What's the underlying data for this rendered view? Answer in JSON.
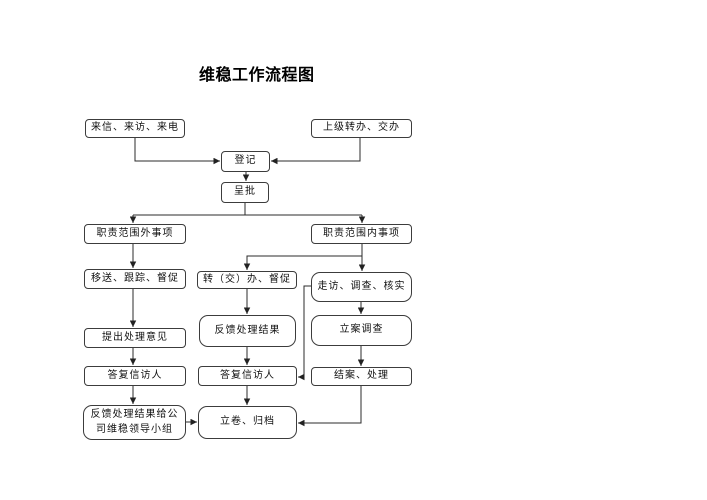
{
  "title": "维稳工作流程图",
  "colors": {
    "background": "#ffffff",
    "box_border": "#3c3c3c",
    "text": "#111111",
    "connector": "#2b2b2b"
  },
  "flowchart": {
    "nodes": [
      {
        "id": "letters",
        "label": "来信、来访、来电"
      },
      {
        "id": "superior",
        "label": "上级转办、交办"
      },
      {
        "id": "register",
        "label": "登记"
      },
      {
        "id": "approve",
        "label": "呈批"
      },
      {
        "id": "outside",
        "label": "职责范围外事项"
      },
      {
        "id": "inside",
        "label": "职责范围内事项"
      },
      {
        "id": "transfer",
        "label": "移送、跟踪、督促"
      },
      {
        "id": "assign",
        "label": "转（交）办、督促"
      },
      {
        "id": "visit",
        "label": "走访、调查、核实"
      },
      {
        "id": "propose",
        "label": "提出处理意见"
      },
      {
        "id": "reply_left",
        "label": "答复信访人"
      },
      {
        "id": "feedback_group",
        "label": "反馈处理结果给公司维稳领导小组"
      },
      {
        "id": "feedback_result",
        "label": "反馈处理结果"
      },
      {
        "id": "reply_mid",
        "label": "答复信访人"
      },
      {
        "id": "file",
        "label": "立卷、归档"
      },
      {
        "id": "case",
        "label": "立案调查"
      },
      {
        "id": "close",
        "label": "结案、处理"
      }
    ],
    "edges": [
      {
        "from": "letters",
        "to": "register"
      },
      {
        "from": "superior",
        "to": "register"
      },
      {
        "from": "register",
        "to": "approve"
      },
      {
        "from": "approve",
        "to": "outside"
      },
      {
        "from": "approve",
        "to": "inside"
      },
      {
        "from": "outside",
        "to": "transfer"
      },
      {
        "from": "inside",
        "to": "assign"
      },
      {
        "from": "inside",
        "to": "visit"
      },
      {
        "from": "transfer",
        "to": "propose"
      },
      {
        "from": "propose",
        "to": "reply_left"
      },
      {
        "from": "reply_left",
        "to": "feedback_group"
      },
      {
        "from": "feedback_group",
        "to": "file"
      },
      {
        "from": "assign",
        "to": "feedback_result"
      },
      {
        "from": "feedback_result",
        "to": "reply_mid"
      },
      {
        "from": "reply_mid",
        "to": "file"
      },
      {
        "from": "visit",
        "to": "case"
      },
      {
        "from": "visit",
        "to": "reply_mid"
      },
      {
        "from": "case",
        "to": "close"
      },
      {
        "from": "close",
        "to": "file"
      }
    ]
  }
}
